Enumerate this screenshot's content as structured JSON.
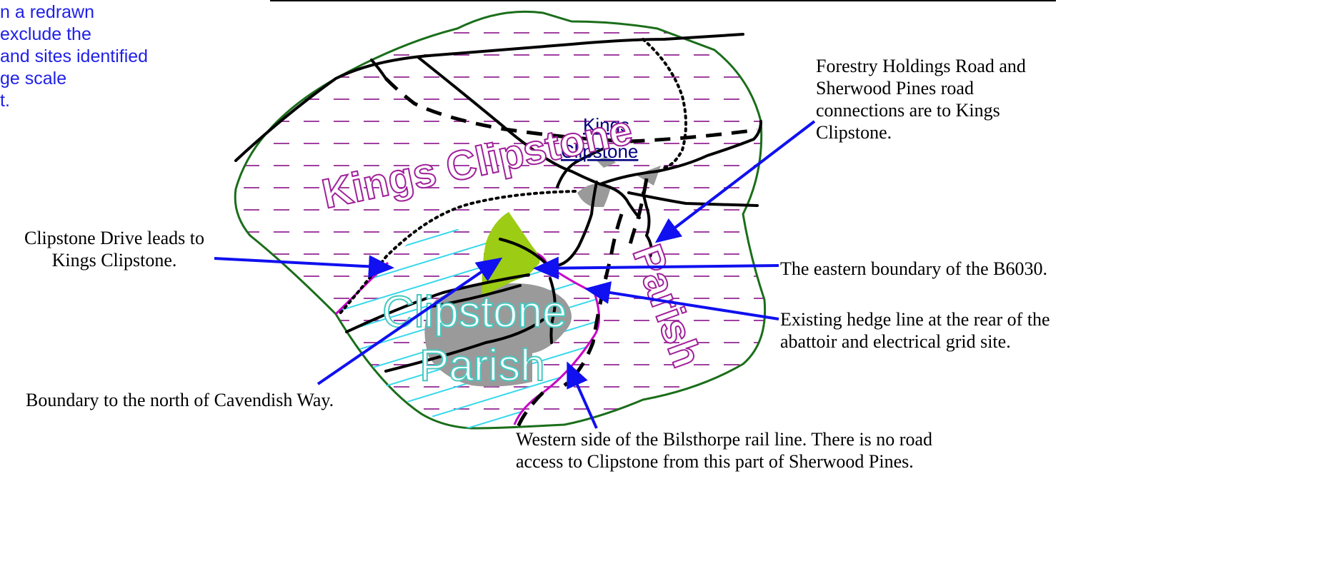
{
  "side_note": {
    "lines": [
      "n a redrawn",
      "exclude the",
      "and sites identified",
      "ge scale",
      "t."
    ]
  },
  "map_labels": {
    "kings_clipstone_village": [
      "Kings",
      "Clipstone"
    ],
    "kings_clipstone_parish_part1": "Kings Clipstone",
    "kings_clipstone_parish_part2": "Parish",
    "clipstone_parish": [
      "Clipstone",
      "Parish"
    ]
  },
  "callouts": {
    "forestry": [
      "Forestry Holdings Road and",
      "Sherwood Pines road",
      "connections are to Kings",
      "Clipstone."
    ],
    "clipstone_drive": [
      "Clipstone Drive leads to",
      "Kings Clipstone."
    ],
    "eastern_boundary": [
      "The eastern boundary of the B6030."
    ],
    "hedge_line": [
      "Existing hedge line at the rear of the",
      "abattoir and electrical grid site."
    ],
    "cavendish": [
      "Boundary to the north of Cavendish Way."
    ],
    "bilsthorpe": [
      "Western side of the Bilsthorpe rail line. There is no road",
      "access to Clipstone from this part of Sherwood Pines."
    ]
  },
  "colors": {
    "arrow": "#1010f0",
    "parish_boundary": "#1a6e1a",
    "kings_clipstone_hatch": "#a040a0",
    "kings_clipstone_label": "#a0209a",
    "clipstone_hatch": "#38d8ec",
    "clipstone_outline": "#c800c8",
    "clipstone_label": "#48c8c0",
    "village_label": "#000080",
    "green_area": "#9ccc14",
    "grey_area": "#9a9a9a",
    "roads": "#000000",
    "side_note_text": "#1f1fe8"
  }
}
